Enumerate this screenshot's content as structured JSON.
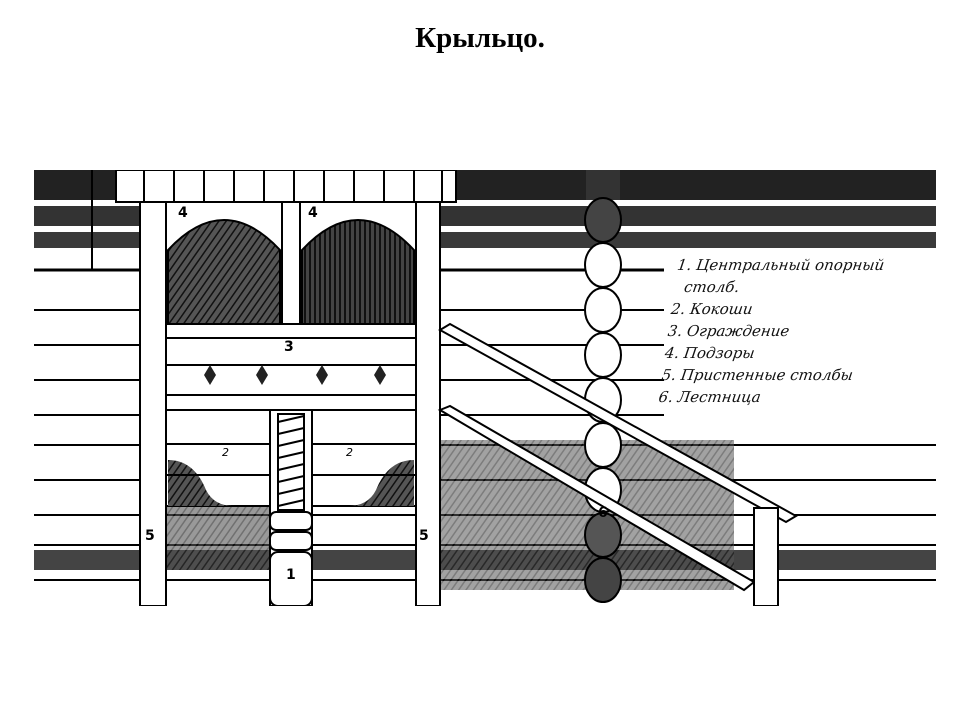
{
  "slide": {
    "title": "Крыльцо."
  },
  "diagram": {
    "legend": [
      "1. Центральный опорный",
      "столб.",
      "2. Кокоши",
      "3. Ограждение",
      "4. Подзоры",
      "5. Пристенные столбы",
      "6. Лестница"
    ],
    "labels": {
      "n1": "1",
      "n2a": "2",
      "n2b": "2",
      "n3": "3",
      "n4a": "4",
      "n4b": "4",
      "n5a": "5",
      "n5b": "5",
      "n6": "6"
    }
  }
}
